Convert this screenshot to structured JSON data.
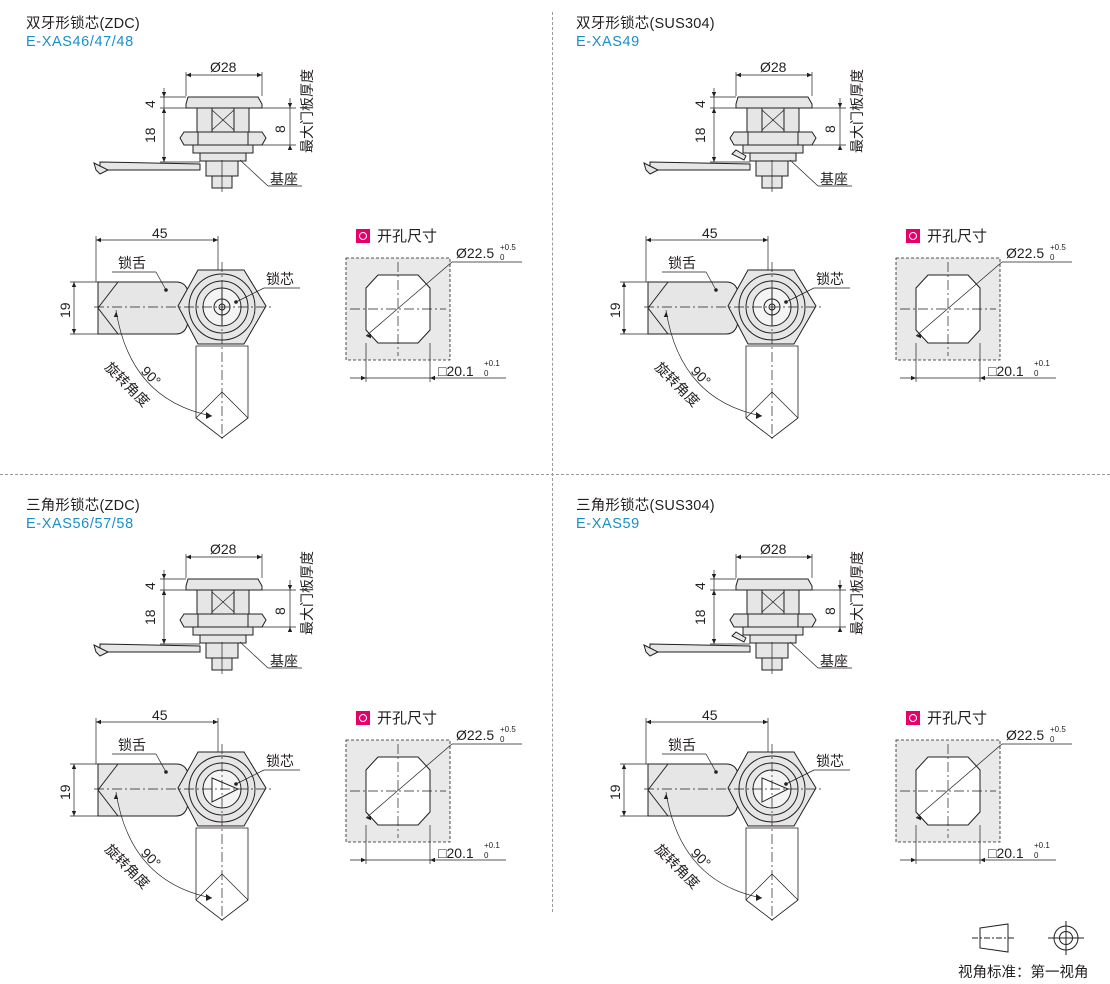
{
  "quadrants": [
    {
      "id": "q1",
      "title": "双牙形锁芯(ZDC)",
      "code": "E-XAS46/47/48",
      "core": "double",
      "offset": [
        0,
        0
      ]
    },
    {
      "id": "q2",
      "title": "双牙形锁芯(SUS304)",
      "code": "E-XAS49",
      "core": "double",
      "offset": [
        550,
        0
      ]
    },
    {
      "id": "q3",
      "title": "三角形锁芯(ZDC)",
      "code": "E-XAS56/57/58",
      "core": "triangle",
      "offset": [
        0,
        482
      ]
    },
    {
      "id": "q4",
      "title": "三角形锁芯(SUS304)",
      "code": "E-XAS59",
      "core": "triangle",
      "offset": [
        550,
        482
      ]
    }
  ],
  "labels": {
    "dia_head": "Ø28",
    "dim_4": "4",
    "dim_18": "18",
    "dim_8": "8",
    "max_panel": "最大门板厚度",
    "base": "基座",
    "dim_45": "45",
    "tongue": "锁舌",
    "core": "锁芯",
    "dim_19": "19",
    "angle": "90°",
    "rotation": "旋转角度",
    "cutout_title": "开孔尺寸",
    "hole_dia": "Ø22.5",
    "hole_dia_tol_upper": "+0.5",
    "hole_dia_tol_lower": "0",
    "hole_width": "□20.1",
    "hole_width_tol_upper": "+0.1",
    "hole_width_tol_lower": "0"
  },
  "view_standard": "视角标准：第一视角",
  "colors": {
    "accent_blue": "#1a8fc7",
    "accent_pink": "#e5006a",
    "part_fill": "#e6e6e6",
    "cutout_fill": "#e9e9e9"
  }
}
